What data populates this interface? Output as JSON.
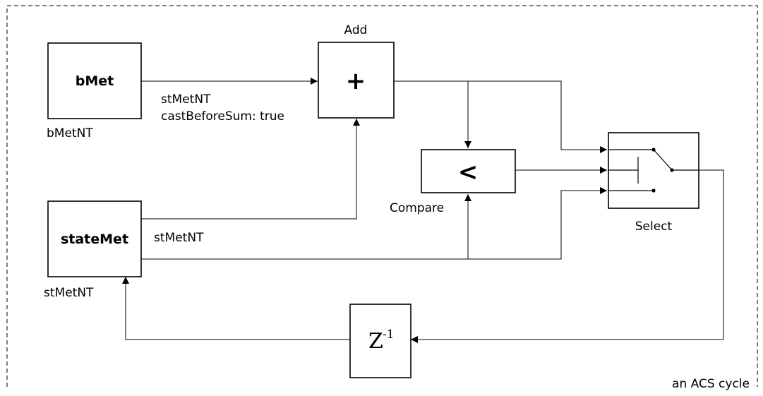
{
  "blocks": {
    "bmet": {
      "label": "bMet",
      "type_label": "bMetNT"
    },
    "statemet": {
      "label": "stateMet",
      "type_label": "stMetNT"
    },
    "add": {
      "title": "Add",
      "symbol": "+"
    },
    "compare": {
      "title": "Compare",
      "symbol": "<"
    },
    "select": {
      "title": "Select"
    },
    "delay": {
      "symbol": "Z",
      "exponent": "-1"
    }
  },
  "signals": {
    "bmet_to_add": {
      "type": "stMetNT",
      "option": "castBeforeSum: true"
    },
    "statemet_out": {
      "type": "stMetNT"
    }
  },
  "frame": {
    "caption": "an ACS cycle"
  }
}
